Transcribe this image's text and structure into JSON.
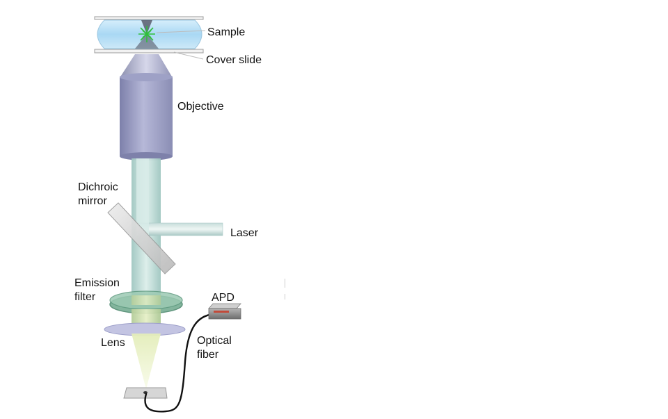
{
  "labels": {
    "sample": "Sample",
    "cover_slide": "Cover slide",
    "objective": "Objective",
    "dichroic_mirror": "Dichroic mirror",
    "laser": "Laser",
    "emission_filter": "Emission filter",
    "apd": "APD",
    "lens": "Lens",
    "optical_fiber": "Optical fiber"
  },
  "colors": {
    "objective_body": "#a6a8cc",
    "objective_dark": "#7f82ac",
    "beam": "#b9d8d4",
    "beam_edge": "#8fb5b0",
    "mirror": "#d6d6d6",
    "filter": "#6fae8f",
    "lens": "#bfc0e0",
    "sample_fluid": "#bfe3f7",
    "fluorescence": "#3fbf4a",
    "apd_body": "#8a8a8a",
    "fiber": "#111111"
  },
  "icons": {
    "apd_detector": "apd-box-icon",
    "pinhole": "pinhole-icon",
    "fluorescent_spot": "star-burst-icon"
  }
}
